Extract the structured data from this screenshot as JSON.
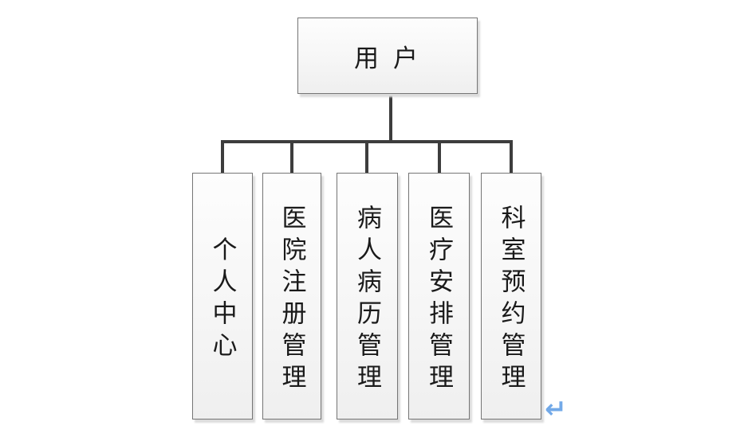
{
  "diagram": {
    "root": {
      "label": "用户"
    },
    "children": [
      {
        "label": "个人中心"
      },
      {
        "label": "医院注册管理"
      },
      {
        "label": "病人病历管理"
      },
      {
        "label": "医疗安排管理"
      },
      {
        "label": "科室预约管理"
      }
    ],
    "colors": {
      "background": "#ffffff",
      "connector_line": "#3d3d3d",
      "box_border": "#757575",
      "box_fill_top": "#fdfdfd",
      "box_fill_bottom": "#efefef",
      "box_shadow": "#dcdcdc",
      "text": "#1a1a1a",
      "return_mark": "#72a9e8"
    },
    "icons": {
      "return_mark": "↵"
    }
  }
}
